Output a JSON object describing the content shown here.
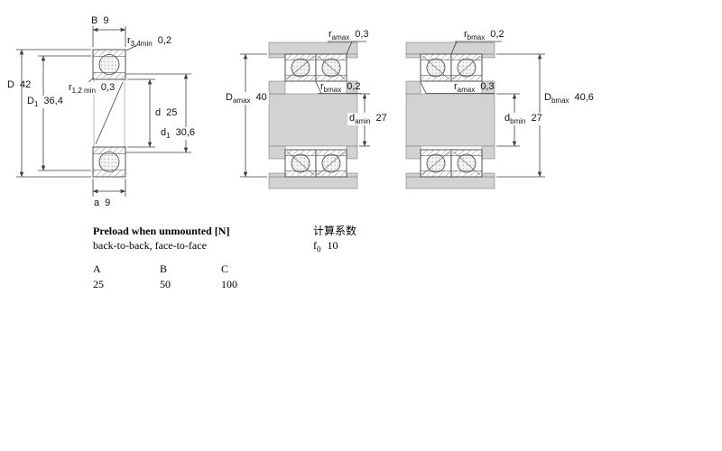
{
  "left_view": {
    "B": {
      "base": "B",
      "sub": "",
      "value": "9"
    },
    "r34": {
      "base": "r",
      "sub": "3,4min",
      "value": "0,2"
    },
    "D": {
      "base": "D",
      "sub": "",
      "value": "42"
    },
    "D1": {
      "base": "D",
      "sub": "1",
      "value": "36,4"
    },
    "r12": {
      "base": "r",
      "sub": "1,2 min",
      "value": "0,3"
    },
    "d": {
      "base": "d",
      "sub": "",
      "value": "25"
    },
    "d1": {
      "base": "d",
      "sub": "1",
      "value": "30,6"
    },
    "a": {
      "base": "a",
      "sub": "",
      "value": "9"
    }
  },
  "middle_view": {
    "ramax": {
      "base": "r",
      "sub": "amax",
      "value": "0,3"
    },
    "rbmax": {
      "base": "r",
      "sub": "bmax",
      "value": "0,2"
    },
    "Damax": {
      "base": "D",
      "sub": "amax",
      "value": "40"
    },
    "damin": {
      "base": "d",
      "sub": "amin",
      "value": "27"
    }
  },
  "right_view": {
    "rbmax": {
      "base": "r",
      "sub": "bmax",
      "value": "0,2"
    },
    "ramax": {
      "base": "r",
      "sub": "amax",
      "value": "0,3"
    },
    "Dbmax": {
      "base": "D",
      "sub": "bmax",
      "value": "40,6"
    },
    "dbmin": {
      "base": "d",
      "sub": "bmin",
      "value": "27"
    }
  },
  "preload": {
    "title": "Preload when unmounted [N]",
    "subtitle": "back-to-back, face-to-face",
    "columns": [
      "A",
      "B",
      "C"
    ],
    "values": [
      "25",
      "50",
      "100"
    ]
  },
  "calc": {
    "title": "计算系数",
    "f0_base": "f",
    "f0_sub": "0",
    "f0_value": "10"
  },
  "colors": {
    "line": "#3f3f3f",
    "grey_fill": "#d2d2d2"
  }
}
